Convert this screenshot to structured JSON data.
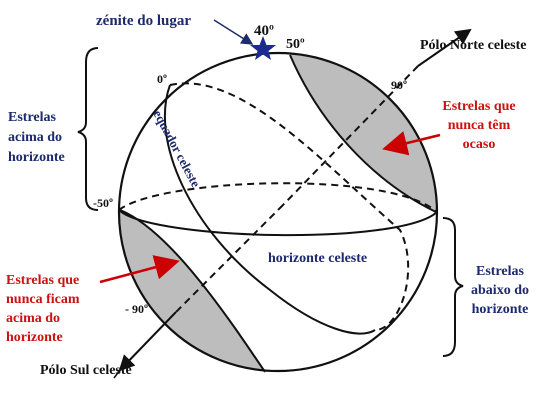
{
  "labels": {
    "zenith": "zénite do lugar",
    "deg40": "40º",
    "deg50": "50º",
    "deg0": "0º",
    "deg90": "90º",
    "degm50": "-50º",
    "degm90": "- 90º",
    "north_pole": "Pólo Norte celeste",
    "south_pole": "Pólo Sul celeste",
    "equator": "equador celeste",
    "horizon": "horizonte celeste",
    "above": [
      "Estrelas",
      "acima do",
      "horizonte"
    ],
    "below": [
      "Estrelas",
      "abaixo do",
      "horizonte"
    ],
    "never_set": [
      "Estrelas que",
      "nunca têm",
      "ocaso"
    ],
    "never_rise": [
      "Estrelas que",
      "nunca ficam",
      "acima do",
      "horizonte"
    ]
  },
  "colors": {
    "navy": "#1d2a6b",
    "red_text": "#cc1111",
    "arrow_red": "#cc0000",
    "zenith_star": "#1d2a8f",
    "shade": "#bdbdbd",
    "line": "#111111"
  },
  "icons": {
    "zenith_marker": "star-icon"
  }
}
